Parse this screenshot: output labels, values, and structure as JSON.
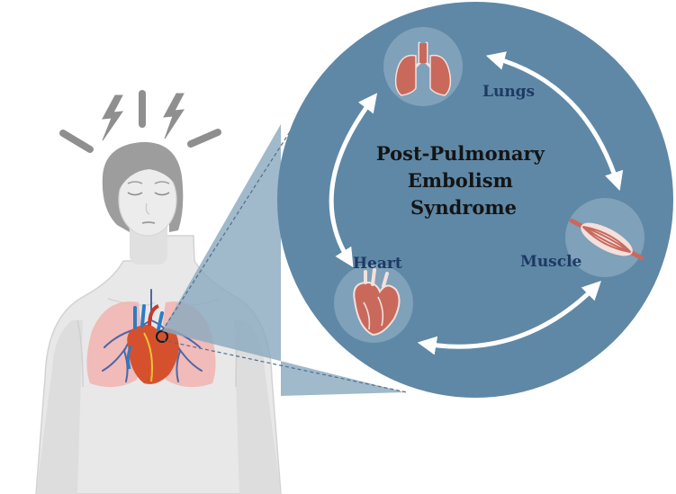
{
  "diagram": {
    "title_lines": [
      "Post-Pulmonary",
      "Embolism",
      "Syndrome"
    ],
    "nodes": {
      "lungs": {
        "label": "Lungs",
        "icon": "lungs-icon"
      },
      "muscle": {
        "label": "Muscle",
        "icon": "muscle-icon"
      },
      "heart": {
        "label": "Heart",
        "icon": "heart-icon"
      }
    },
    "connections": [
      {
        "from": "lungs",
        "to": "muscle",
        "direction": "bidirectional"
      },
      {
        "from": "muscle",
        "to": "heart",
        "direction": "bidirectional"
      },
      {
        "from": "heart",
        "to": "lungs",
        "direction": "bidirectional"
      }
    ],
    "colors": {
      "big_circle": "#5f88a6",
      "node_circle": "#7fa1ba",
      "zoom_cone": "#8ba9c0",
      "arrow": "#ffffff",
      "organ_icon": "#c9695c",
      "label_text": "#1d3a63",
      "title_text": "#141414",
      "body_skin": "#e6e6e6",
      "hair": "#9a9a9a"
    }
  },
  "figure": {
    "illustration": "woman-with-headache-lungs-heart",
    "pain_mark_icon": "pain-lightning-icon"
  }
}
